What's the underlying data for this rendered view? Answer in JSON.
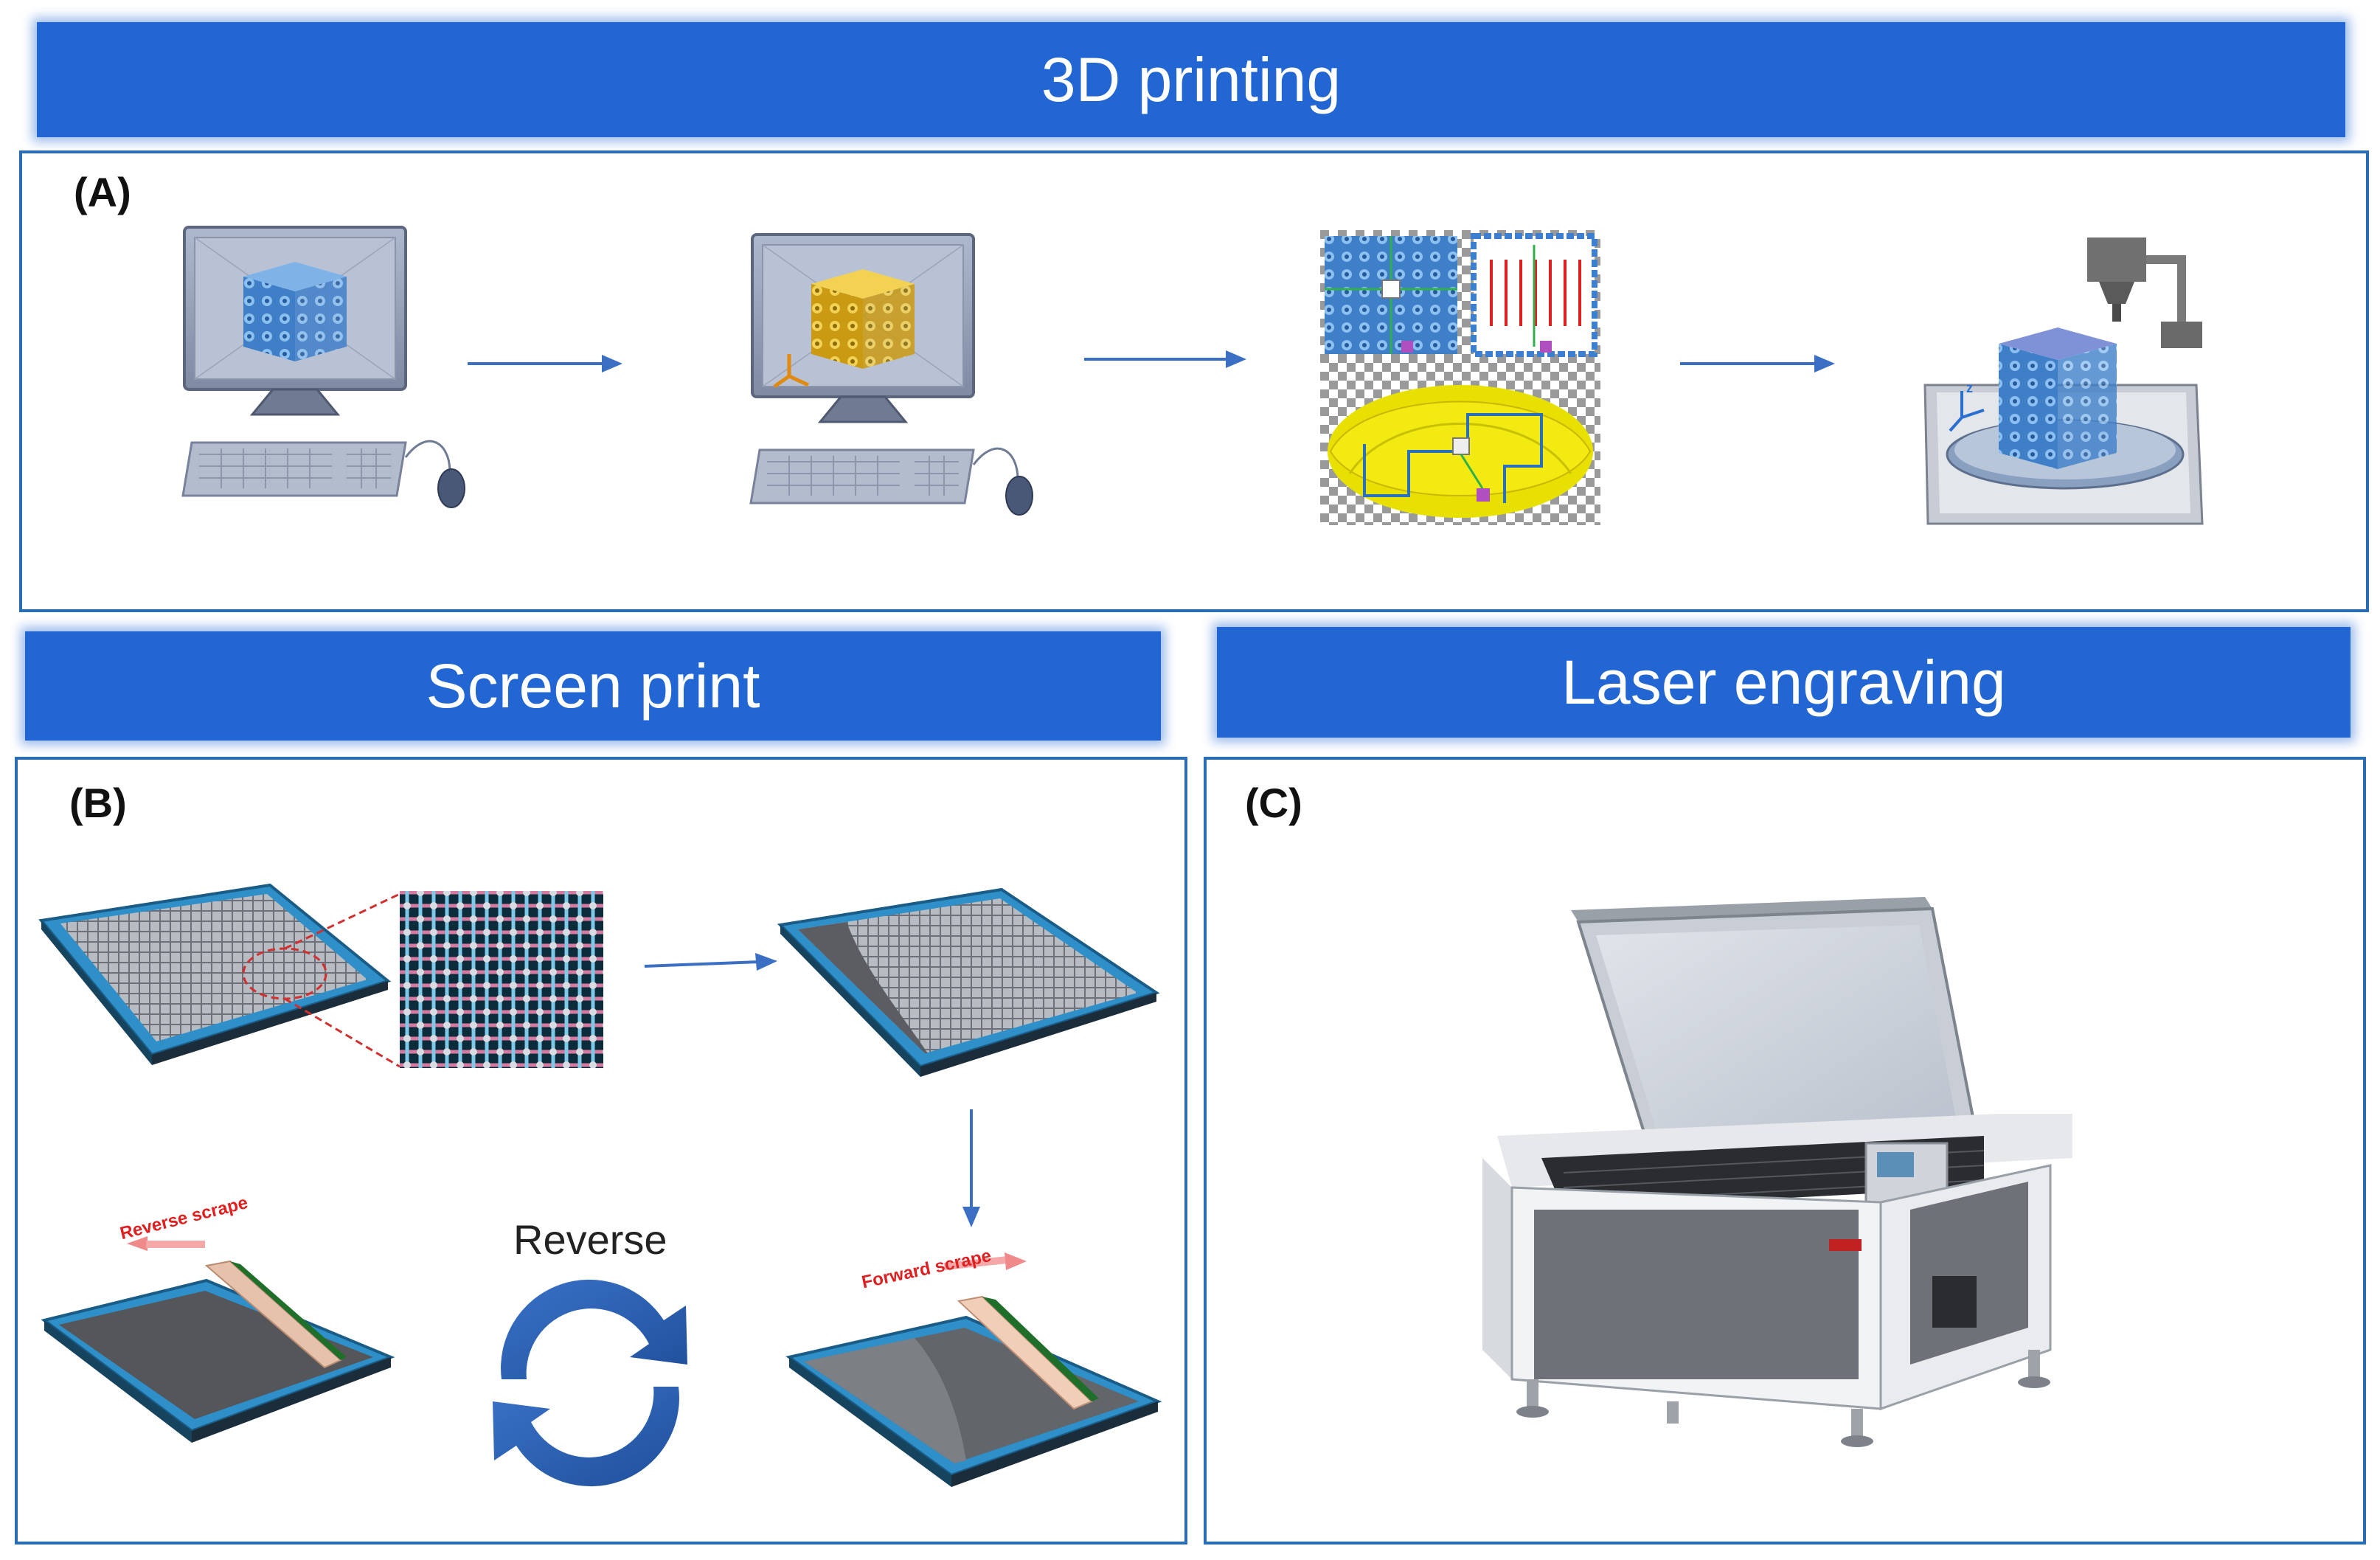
{
  "banners": {
    "printing": "3D printing",
    "screen": "Screen print",
    "laser": "Laser engraving"
  },
  "panels": {
    "a": "(A)",
    "b": "(B)",
    "c": "(C)"
  },
  "screen_print": {
    "reverse_label": "Reverse",
    "reverse_scrape": "Reverse scrape",
    "forward_scrape": "Forward scrape",
    "cycle_icon": "cycle-arrows-icon"
  },
  "colors": {
    "banner": "#2166d2",
    "panel_border": "#2a6db5",
    "arrow": "#3a6fc4",
    "frame": "#2f8fc9",
    "model_blue": "#4a8fd6",
    "model_yellow": "#e0b420",
    "label_red": "#e02020"
  }
}
